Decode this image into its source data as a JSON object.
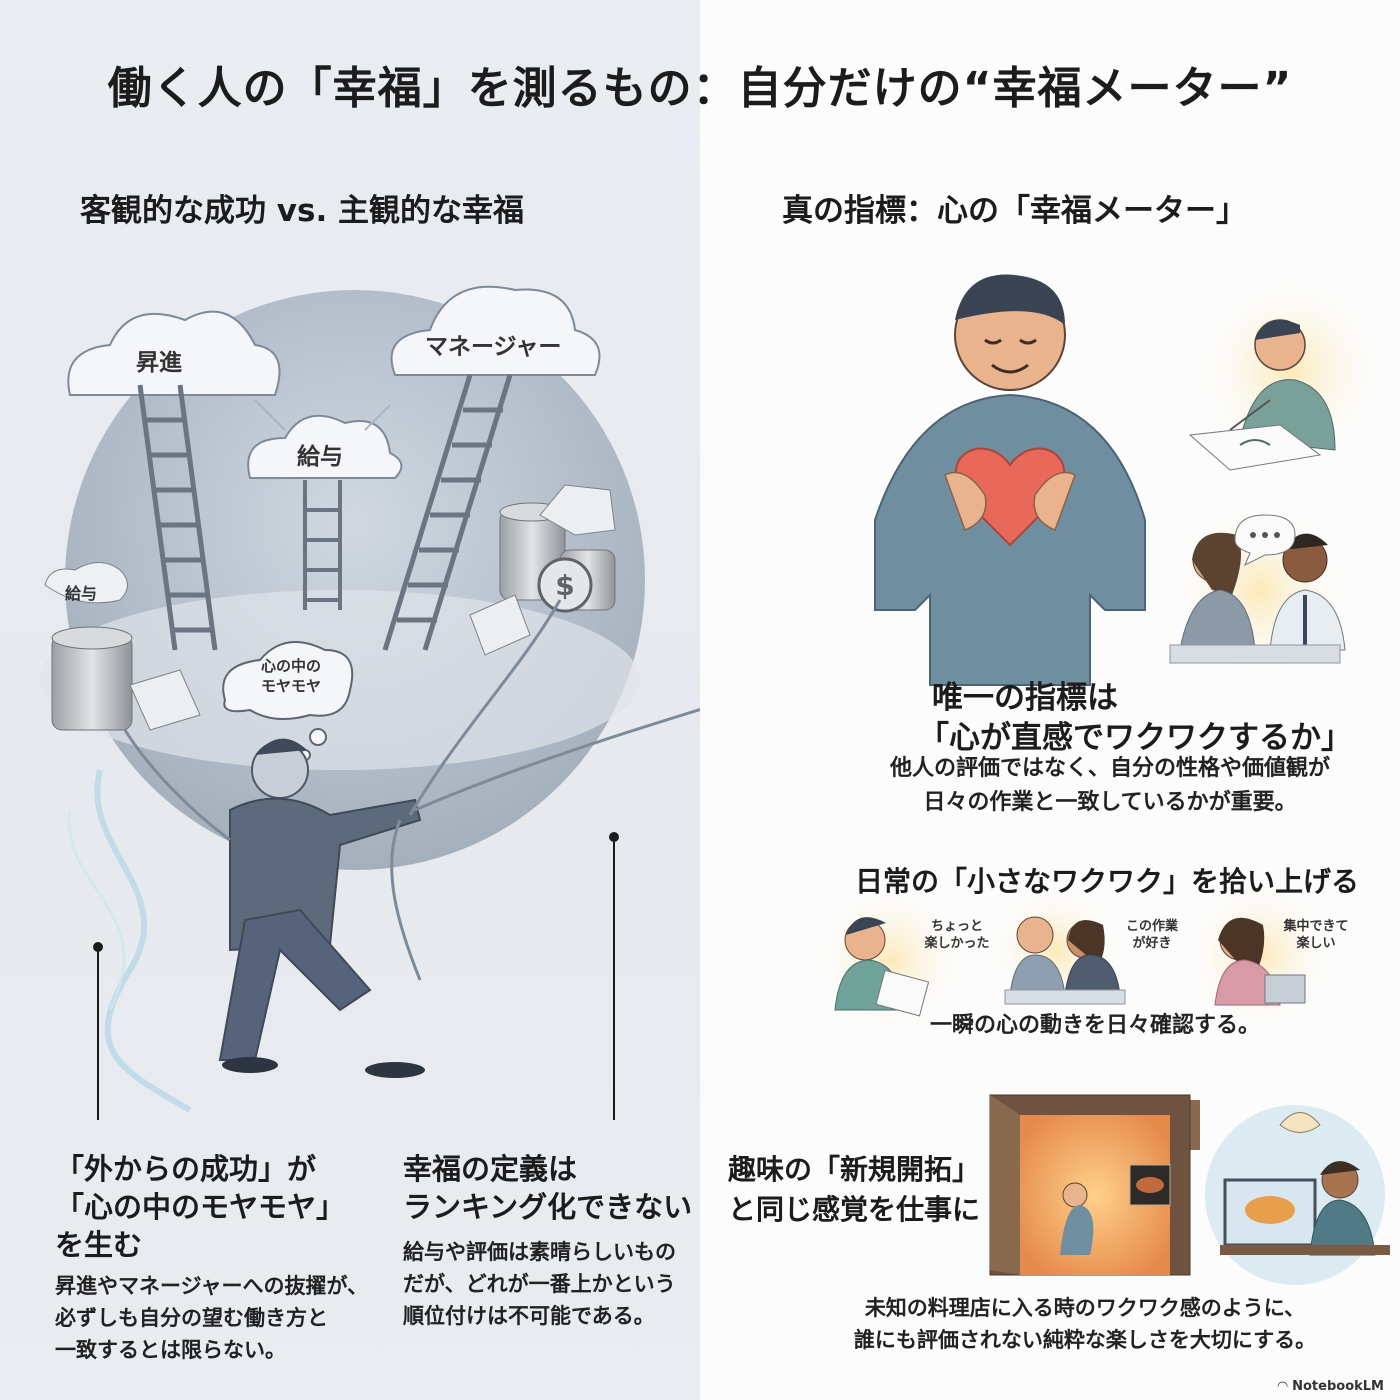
{
  "title": "働く人の「幸福」を測るもの：自分だけの“幸福メーター”",
  "left": {
    "subtitle": "客観的な成功 vs. 主観的な幸福",
    "cloud_labels": {
      "promotion": "昇進",
      "salary": "給与",
      "manager": "マネージャー",
      "salary_tag": "給与"
    },
    "thought_bubble": [
      "心の中の",
      "モヤモヤ"
    ],
    "point1": {
      "heading": [
        "「外からの成功」が",
        "「心の中のモヤモヤ」",
        "を生む"
      ],
      "body": [
        "昇進やマネージャーへの抜擢が、",
        "必ずしも自分の望む働き方と",
        "一致するとは限らない。"
      ]
    },
    "point2": {
      "heading": [
        "幸福の定義は",
        "ランキング化できない"
      ],
      "body": [
        "給与や評価は素晴らしいもの",
        "だが、どれが一番上かという",
        "順位付けは不可能である。"
      ]
    }
  },
  "right": {
    "subtitle": "真の指標：心の「幸福メーター」",
    "indicator": {
      "heading": [
        "唯一の指標は",
        "「心が直感でワクワクするか」"
      ],
      "body": [
        "他人の評価ではなく、自分の性格や価値観が",
        "日々の作業と一致しているかが重要。"
      ]
    },
    "daily": {
      "heading": "日常の「小さなワクワク」を拾い上げる",
      "bubbles": [
        [
          "ちょっと",
          "楽しかった"
        ],
        [
          "この作業",
          "が好き"
        ],
        [
          "集中できて",
          "楽しい"
        ]
      ],
      "body": "一瞬の心の動きを日々確認する。"
    },
    "hobby": {
      "heading": [
        "趣味の「新規開拓」",
        "と同じ感覚を仕事に"
      ],
      "body": [
        "未知の料理店に入る時のワクワク感のように、",
        "誰にも評価されない純粋な楽しさを大切にする。"
      ]
    }
  },
  "logo": "NotebookLM",
  "colors": {
    "accent_heart": "#e8685a",
    "shirt": "#6f8fa0",
    "left_bg": "#e8ecf1",
    "right_bg": "#fcfcfc"
  }
}
